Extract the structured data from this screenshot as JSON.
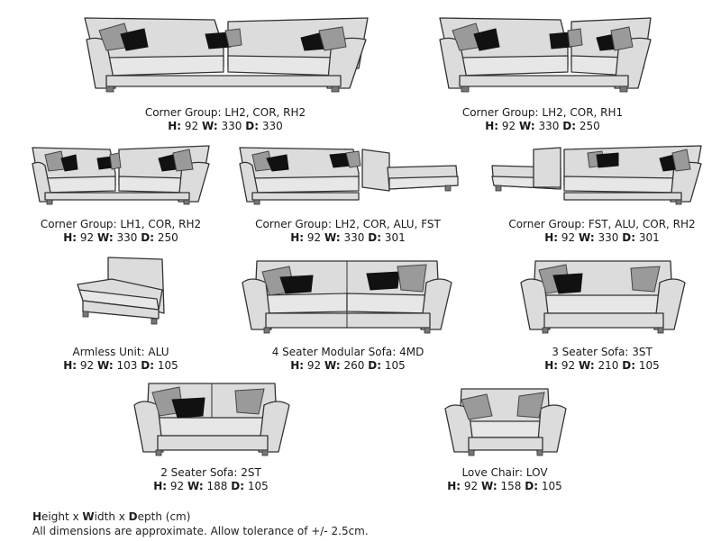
{
  "products": [
    {
      "name": "Corner Group: LH2, COR, RH2",
      "h": "92",
      "w": "330",
      "d": "330"
    },
    {
      "name": "Corner Group: LH2, COR, RH1",
      "h": "92",
      "w": "330",
      "d": "250"
    },
    {
      "name": "Corner Group: LH1, COR, RH2",
      "h": "92",
      "w": "330",
      "d": "250"
    },
    {
      "name": "Corner Group: LH2, COR, ALU, FST",
      "h": "92",
      "w": "330",
      "d": "301"
    },
    {
      "name": "Corner Group: FST, ALU, COR, RH2",
      "h": "92",
      "w": "330",
      "d": "301"
    },
    {
      "name": "Armless Unit: ALU",
      "h": "92",
      "w": "103",
      "d": "105"
    },
    {
      "name": "4 Seater Modular Sofa: 4MD",
      "h": "92",
      "w": "260",
      "d": "105"
    },
    {
      "name": "3 Seater Sofa: 3ST",
      "h": "92",
      "w": "210",
      "d": "105"
    },
    {
      "name": "2 Seater Sofa: 2ST",
      "h": "92",
      "w": "188",
      "d": "105"
    },
    {
      "name": "Love Chair: LOV",
      "h": "92",
      "w": "158",
      "d": "105"
    }
  ],
  "labels": {
    "h": "H:",
    "w": "W:",
    "d": "D:"
  },
  "legend": {
    "h_initial": "H",
    "h_rest": "eight x ",
    "w_initial": "W",
    "w_rest": "idth x ",
    "d_initial": "D",
    "d_rest": "epth (cm)",
    "note": "All dimensions are approximate. Allow tolerance of +/- 2.5cm."
  }
}
